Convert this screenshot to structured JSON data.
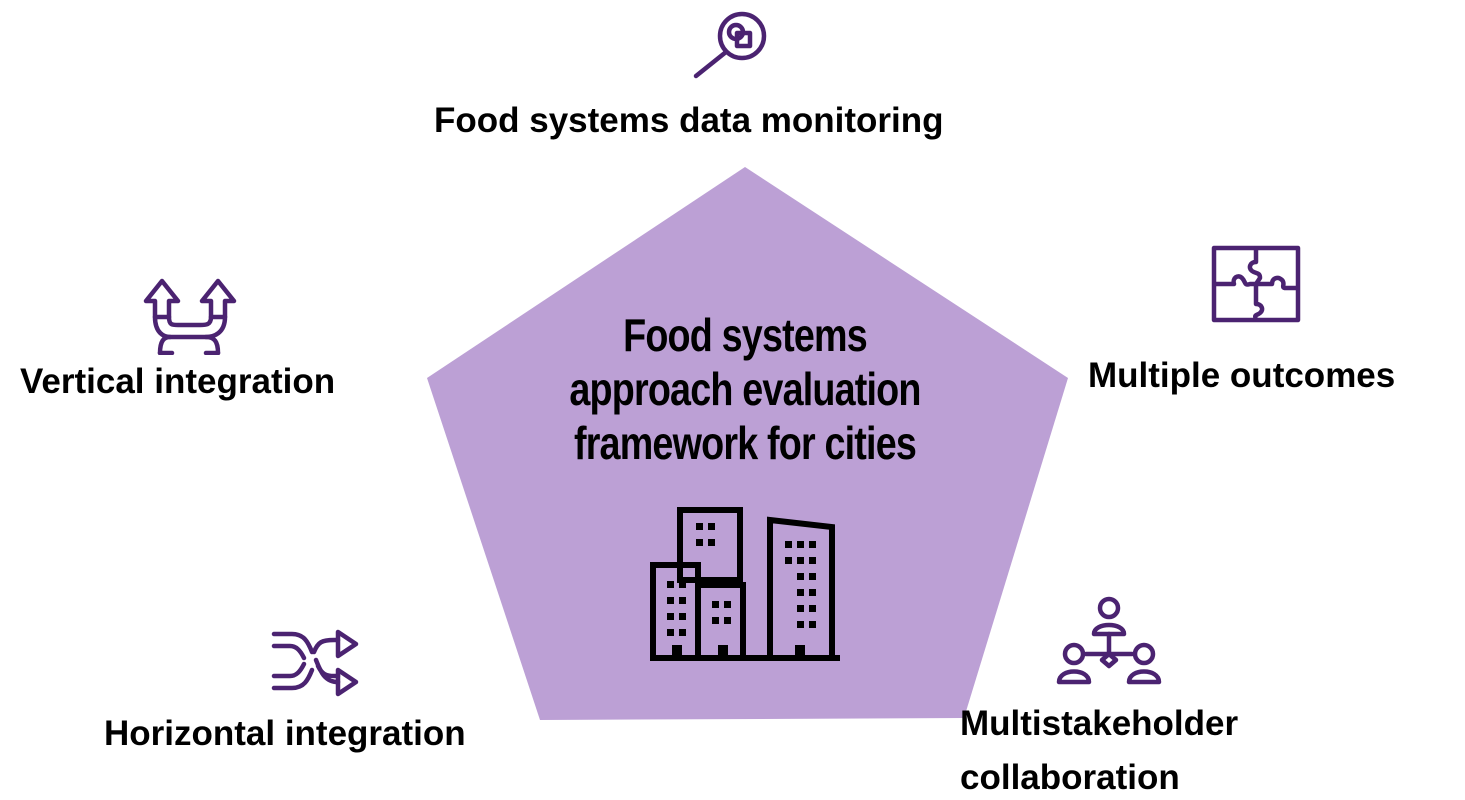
{
  "center": {
    "title_lines": [
      "Food systems",
      "approach evaluation",
      "framework for cities"
    ],
    "icon": "city-buildings-icon",
    "fill_color": "#bca0d5"
  },
  "nodes": {
    "top": {
      "label": "Food systems data monitoring",
      "icon": "magnifier-icon"
    },
    "right": {
      "label": "Multiple outcomes",
      "icon": "puzzle-icon"
    },
    "bottom_right": {
      "label_line1": "Multistakeholder",
      "label_line2": "collaboration",
      "icon": "people-network-icon"
    },
    "bottom_left": {
      "label": "Horizontal integration",
      "icon": "shuffle-arrows-icon"
    },
    "left": {
      "label": "Vertical integration",
      "icon": "split-arrows-up-icon"
    }
  },
  "colors": {
    "icon_stroke": "#4b2371",
    "text": "#000000"
  }
}
